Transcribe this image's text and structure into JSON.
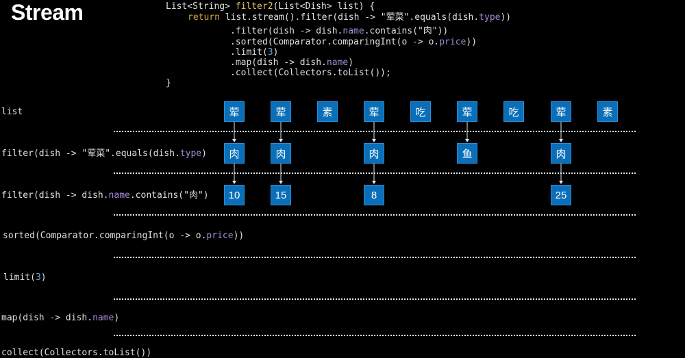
{
  "title": "Stream",
  "code": {
    "line1": [
      "List<String> ",
      "filter2",
      "(List<Dish> list) {"
    ],
    "line2": [
      "return",
      " list.stream().filter(dish -> \"荤菜\".equals(dish.",
      "type",
      "))"
    ],
    "line3": [
      ".filter(dish -> dish.",
      "name",
      ".contains(\"肉\"))"
    ],
    "line4": [
      ".sorted(Comparator.comparingInt(o -> o.",
      "price",
      "))"
    ],
    "line5": [
      ".limit(",
      "3",
      ")"
    ],
    "line6": [
      ".map(dish -> dish.",
      "name",
      ")"
    ],
    "line7": ".collect(Collectors.toList());",
    "line8": "}"
  },
  "rows": {
    "list": "list",
    "filter1": [
      "filter(dish -> \"荤菜\".equals(dish.",
      "type",
      ")"
    ],
    "filter2": [
      "filter(dish -> dish.",
      "name",
      ".contains(\"肉\")"
    ],
    "sorted": [
      "sorted(Comparator.comparingInt(o -> o.",
      "price",
      "))"
    ],
    "limit": [
      "limit(",
      "3",
      ")"
    ],
    "map": [
      "map(dish -> dish.",
      "name",
      ")"
    ],
    "collect": "collect(Collectors.toList())"
  },
  "list_items": [
    "荤",
    "荤",
    "素",
    "荤",
    "吃",
    "荤",
    "吃",
    "荤",
    "素"
  ],
  "filter1_items": [
    "肉",
    "肉",
    "",
    "肉",
    "",
    "鱼",
    "",
    "肉",
    ""
  ],
  "filter2_items": [
    "10",
    "15",
    "",
    "8",
    "",
    "",
    "",
    "25",
    ""
  ],
  "colors": {
    "box": "#0a6fb8",
    "background": "#000000"
  }
}
